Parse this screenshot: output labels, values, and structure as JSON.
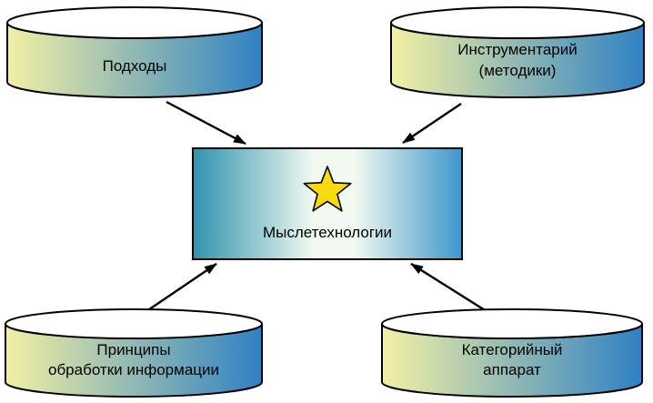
{
  "diagram": {
    "center": {
      "label": "Мыслетехнологии"
    },
    "cylinders": {
      "top_left": {
        "line1": "Подходы"
      },
      "top_right": {
        "line1": "Инструментарий",
        "line2": "(методики)"
      },
      "bottom_left": {
        "line1": "Принципы",
        "line2": "обработки информации"
      },
      "bottom_right": {
        "line1": "Категорийный",
        "line2": "аппарат"
      }
    },
    "colors": {
      "cylinder_start": "#f3f0a4",
      "cylinder_end": "#2f81c4",
      "cylinder_top": "#ffffff",
      "box_left": "#2e93ae",
      "box_mid": "#f2f9f0",
      "box_right": "#3d96cc",
      "star_fill": "#f9d90f",
      "outline": "#000000"
    }
  }
}
